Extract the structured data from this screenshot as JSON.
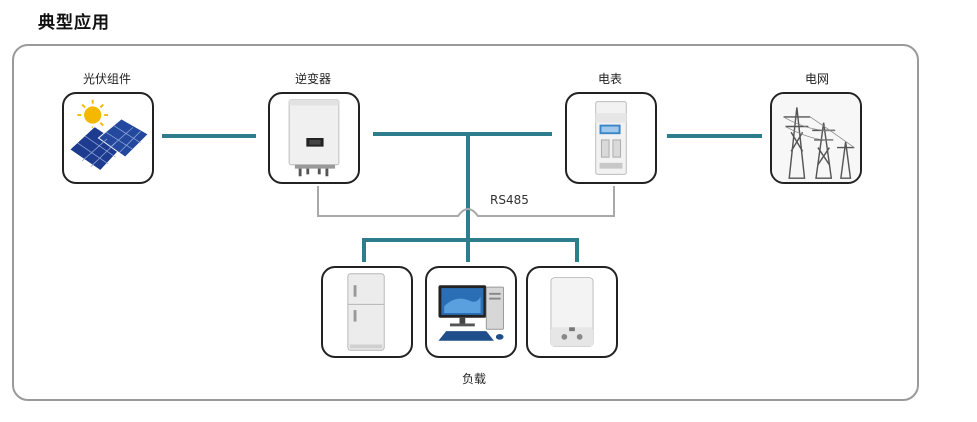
{
  "page": {
    "title": "典型应用"
  },
  "nodes": {
    "pv": {
      "label": "光伏组件",
      "icon": "solar-panel-icon"
    },
    "inverter": {
      "label": "逆变器",
      "icon": "inverter-icon"
    },
    "meter": {
      "label": "电表",
      "icon": "energy-meter-icon"
    },
    "grid": {
      "label": "电网",
      "icon": "power-tower-icon"
    }
  },
  "bus": {
    "rs485_label": "RS485",
    "line_color": "#2e7d8c",
    "comm_line_color": "#a9a9a9"
  },
  "loads": {
    "label": "负载",
    "items": [
      {
        "icon": "refrigerator-icon"
      },
      {
        "icon": "desktop-computer-icon"
      },
      {
        "icon": "water-heater-icon"
      }
    ]
  }
}
